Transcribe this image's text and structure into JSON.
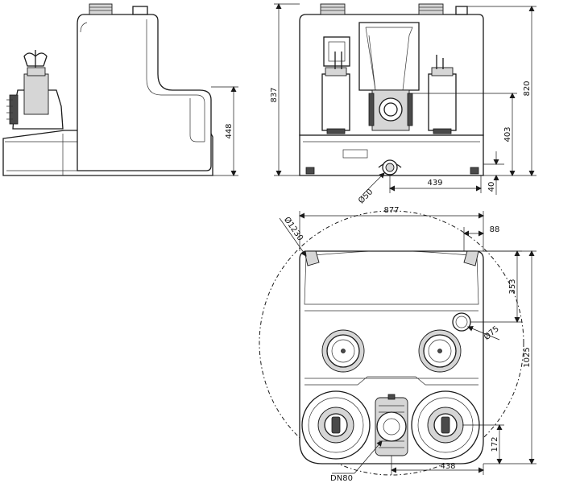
{
  "dimensions": {
    "side_height": "448",
    "front_total_height": "837",
    "front_top_height": "820",
    "front_outlet_height": "403",
    "front_base_height": "40",
    "front_spacing": "439",
    "front_pipe": "Ø50",
    "plan_sweep": "Ø1230",
    "plan_width": "877",
    "plan_offset": "88",
    "plan_upper": "353",
    "plan_vent": "Ø75",
    "plan_depth": "1025",
    "plan_lower": "172",
    "plan_spacing": "438",
    "plan_outlet": "DN80"
  }
}
